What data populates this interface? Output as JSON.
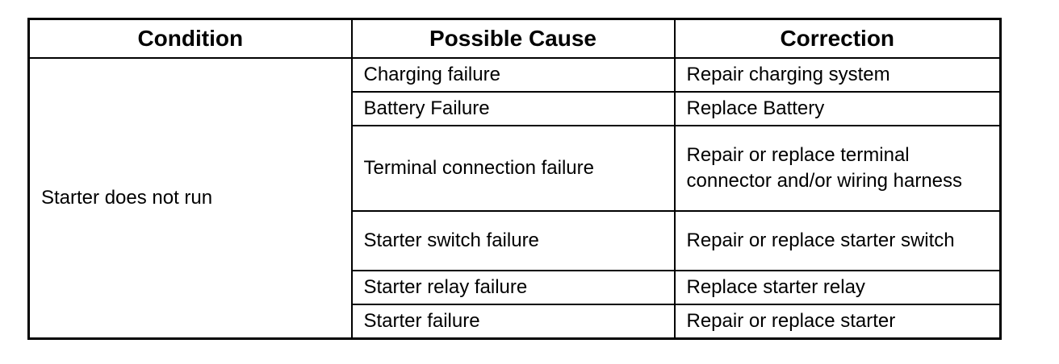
{
  "table": {
    "headers": [
      "Condition",
      "Possible Cause",
      "Correction"
    ],
    "condition": "Starter does not run",
    "rows": [
      {
        "cause": "Charging failure",
        "correction": "Repair charging system"
      },
      {
        "cause": "Battery Failure",
        "correction": "Replace Battery"
      },
      {
        "cause": "Terminal connection failure",
        "correction": "Repair or replace terminal connector and/or wiring harness"
      },
      {
        "cause": "Starter switch failure",
        "correction": "Repair or replace starter switch"
      },
      {
        "cause": "Starter relay failure",
        "correction": "Replace starter relay"
      },
      {
        "cause": "Starter failure",
        "correction": "Repair or replace starter"
      }
    ]
  }
}
